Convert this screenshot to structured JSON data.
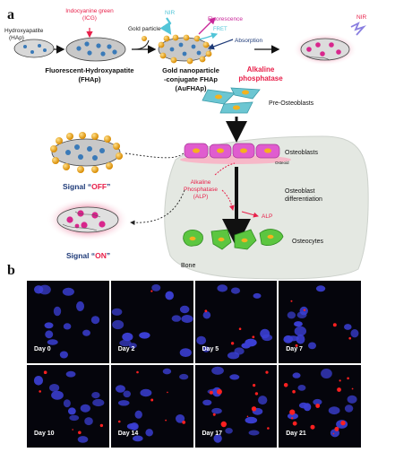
{
  "panel_a": {
    "label": "a",
    "hap_label": "Hydroxyapatite\n(HAp)",
    "icg_label": "Indocyanine green\n(ICG)",
    "gold_label": "Gold particle",
    "nir_left": "NIR",
    "fluorescence": "Fluorescence",
    "fret": "FRET",
    "absorption": "Absorption",
    "nir_right": "NIR",
    "fhap_label": "Fluorescent-Hydroxyapatite\n(FHAp)",
    "aufhap_label": "Gold nanoparticle\n-conjugate FHAp\n(AuFHAp)",
    "alp_enzyme": "Alkaline\nphosphatase",
    "pre_osteoblasts": "Pre-Osteoblasts",
    "osteoblasts": "Osteoblasts",
    "osteoid": "Osteoid",
    "alp_cell": "Alkaline\nPhosphatase\n(ALP)",
    "alp_short": "ALP",
    "differentiation": "Osteoblast\ndifferentiation",
    "osteocytes": "Osteocytes",
    "bone": "Bone",
    "signal_off_prefix": "Signal “",
    "signal_off_word": "OFF",
    "signal_off_suffix": "”",
    "signal_on_prefix": "Signal “",
    "signal_on_word": "ON",
    "signal_on_suffix": "”"
  },
  "panel_b": {
    "label": "b",
    "days": [
      "Day 0",
      "Day 2",
      "Day 5",
      "Day 7",
      "Day 10",
      "Day 14",
      "Day 17",
      "Day 21"
    ]
  },
  "colors": {
    "red_text": "#e8204a",
    "cyan": "#52c5d8",
    "navy": "#1e3a78",
    "magenta": "#c9289a",
    "gold": "#f0a818",
    "nucleus_blue": "#3b3fd4",
    "signal_red": "#ff2020"
  }
}
